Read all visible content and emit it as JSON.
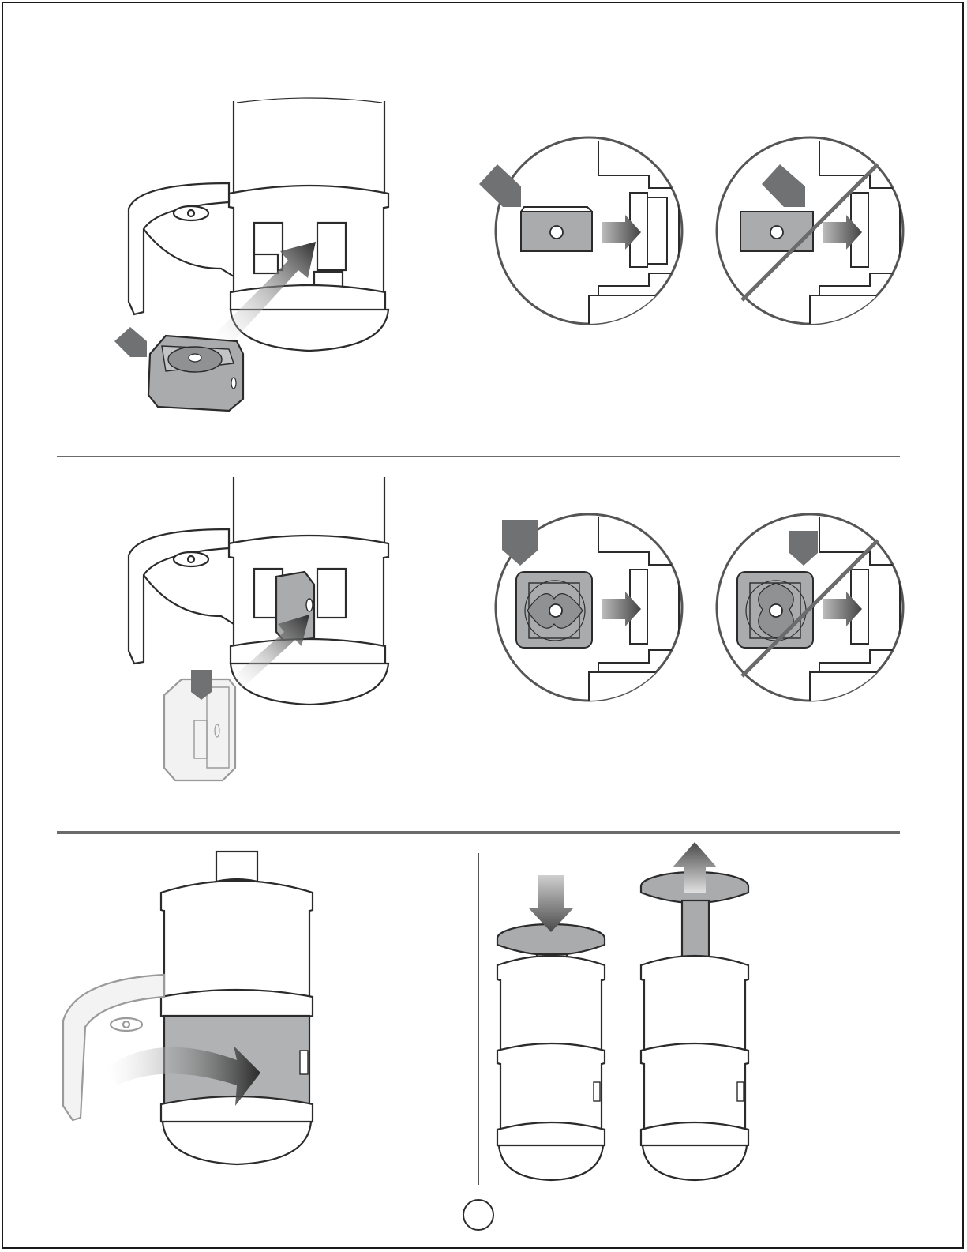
{
  "page": {
    "steps": [
      {
        "id": "step-1",
        "panels": [
          "insert-pod-illustration",
          "orientation-correct",
          "orientation-incorrect"
        ]
      },
      {
        "id": "step-2",
        "panels": [
          "insert-cup-illustration",
          "orientation-correct",
          "orientation-incorrect"
        ]
      },
      {
        "id": "step-3",
        "panels": [
          "close-door-illustration",
          "press-plunger",
          "lift-plunger"
        ]
      }
    ],
    "page_number_marker": "",
    "colors": {
      "line": "#3a3a3a",
      "marker": "#6f7173",
      "part_fill": "#a9abad",
      "arrow_dark": "#3d3d3d",
      "divider": "#6b6b6b"
    }
  }
}
